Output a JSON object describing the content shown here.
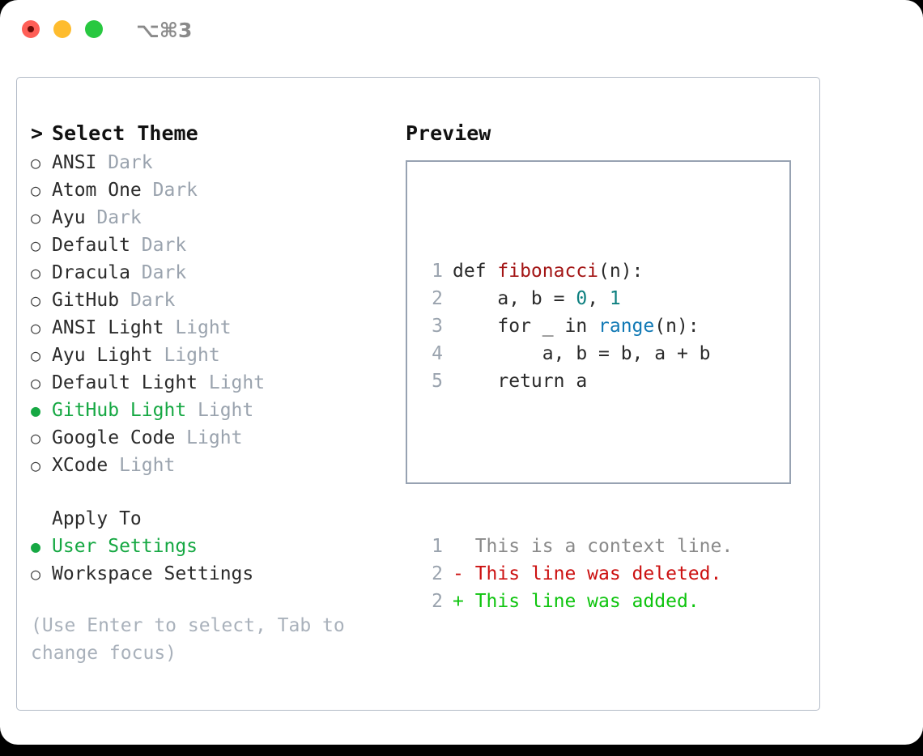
{
  "titlebar": {
    "shortcut": "⌥⌘3",
    "buttons": [
      {
        "name": "close",
        "color": "#ff5f57"
      },
      {
        "name": "minimize",
        "color": "#febc2e"
      },
      {
        "name": "maximize",
        "color": "#28c840"
      }
    ]
  },
  "theme_list": {
    "header_marker": ">",
    "header": "Select Theme",
    "items": [
      {
        "marker": "○",
        "label": "ANSI",
        "suffix": "Dark",
        "selected": false
      },
      {
        "marker": "○",
        "label": "Atom One",
        "suffix": "Dark",
        "selected": false
      },
      {
        "marker": "○",
        "label": "Ayu",
        "suffix": "Dark",
        "selected": false
      },
      {
        "marker": "○",
        "label": "Default",
        "suffix": "Dark",
        "selected": false
      },
      {
        "marker": "○",
        "label": "Dracula",
        "suffix": "Dark",
        "selected": false
      },
      {
        "marker": "○",
        "label": "GitHub",
        "suffix": "Dark",
        "selected": false
      },
      {
        "marker": "○",
        "label": "ANSI Light",
        "suffix": "Light",
        "selected": false
      },
      {
        "marker": "○",
        "label": "Ayu Light",
        "suffix": "Light",
        "selected": false
      },
      {
        "marker": "○",
        "label": "Default Light",
        "suffix": "Light",
        "selected": false
      },
      {
        "marker": "●",
        "label": "GitHub Light",
        "suffix": "Light",
        "selected": true
      },
      {
        "marker": "○",
        "label": "Google Code",
        "suffix": "Light",
        "selected": false
      },
      {
        "marker": "○",
        "label": "XCode",
        "suffix": "Light",
        "selected": false
      }
    ]
  },
  "apply_to": {
    "header": "Apply To",
    "items": [
      {
        "marker": "●",
        "label": "User Settings",
        "selected": true
      },
      {
        "marker": "○",
        "label": "Workspace Settings",
        "selected": false
      }
    ]
  },
  "hint": "(Use Enter to select, Tab to change focus)",
  "preview": {
    "title": "Preview",
    "code_lines": [
      {
        "no": "1",
        "parts": [
          {
            "t": "def ",
            "c": "plain"
          },
          {
            "t": "fibonacci",
            "c": "fn"
          },
          {
            "t": "(n):",
            "c": "plain"
          }
        ]
      },
      {
        "no": "2",
        "parts": [
          {
            "t": "    a, b = ",
            "c": "plain"
          },
          {
            "t": "0",
            "c": "num"
          },
          {
            "t": ", ",
            "c": "plain"
          },
          {
            "t": "1",
            "c": "num"
          }
        ]
      },
      {
        "no": "3",
        "parts": [
          {
            "t": "    for _ in ",
            "c": "plain"
          },
          {
            "t": "range",
            "c": "call"
          },
          {
            "t": "(n):",
            "c": "plain"
          }
        ]
      },
      {
        "no": "4",
        "parts": [
          {
            "t": "        a, b = b, a + b",
            "c": "plain"
          }
        ]
      },
      {
        "no": "5",
        "parts": [
          {
            "t": "    return a",
            "c": "plain"
          }
        ]
      }
    ],
    "diff_lines": [
      {
        "no": "1",
        "text": "  This is a context line.",
        "kind": "ctx"
      },
      {
        "no": "2",
        "text": "- This line was deleted.",
        "kind": "del"
      },
      {
        "no": "2",
        "text": "+ This line was added.",
        "kind": "add"
      }
    ]
  },
  "colors": {
    "selected_green": "#16a843",
    "muted_grey": "#9aa3ae",
    "hint_grey": "#a9b1bb",
    "diff_add": "#0ec40e",
    "diff_del": "#cc1111",
    "token_function": "#a31515",
    "token_number": "#0e8080",
    "token_call": "#1179b5",
    "panel_border": "#b3bbc7",
    "preview_border": "#97a2b2"
  }
}
